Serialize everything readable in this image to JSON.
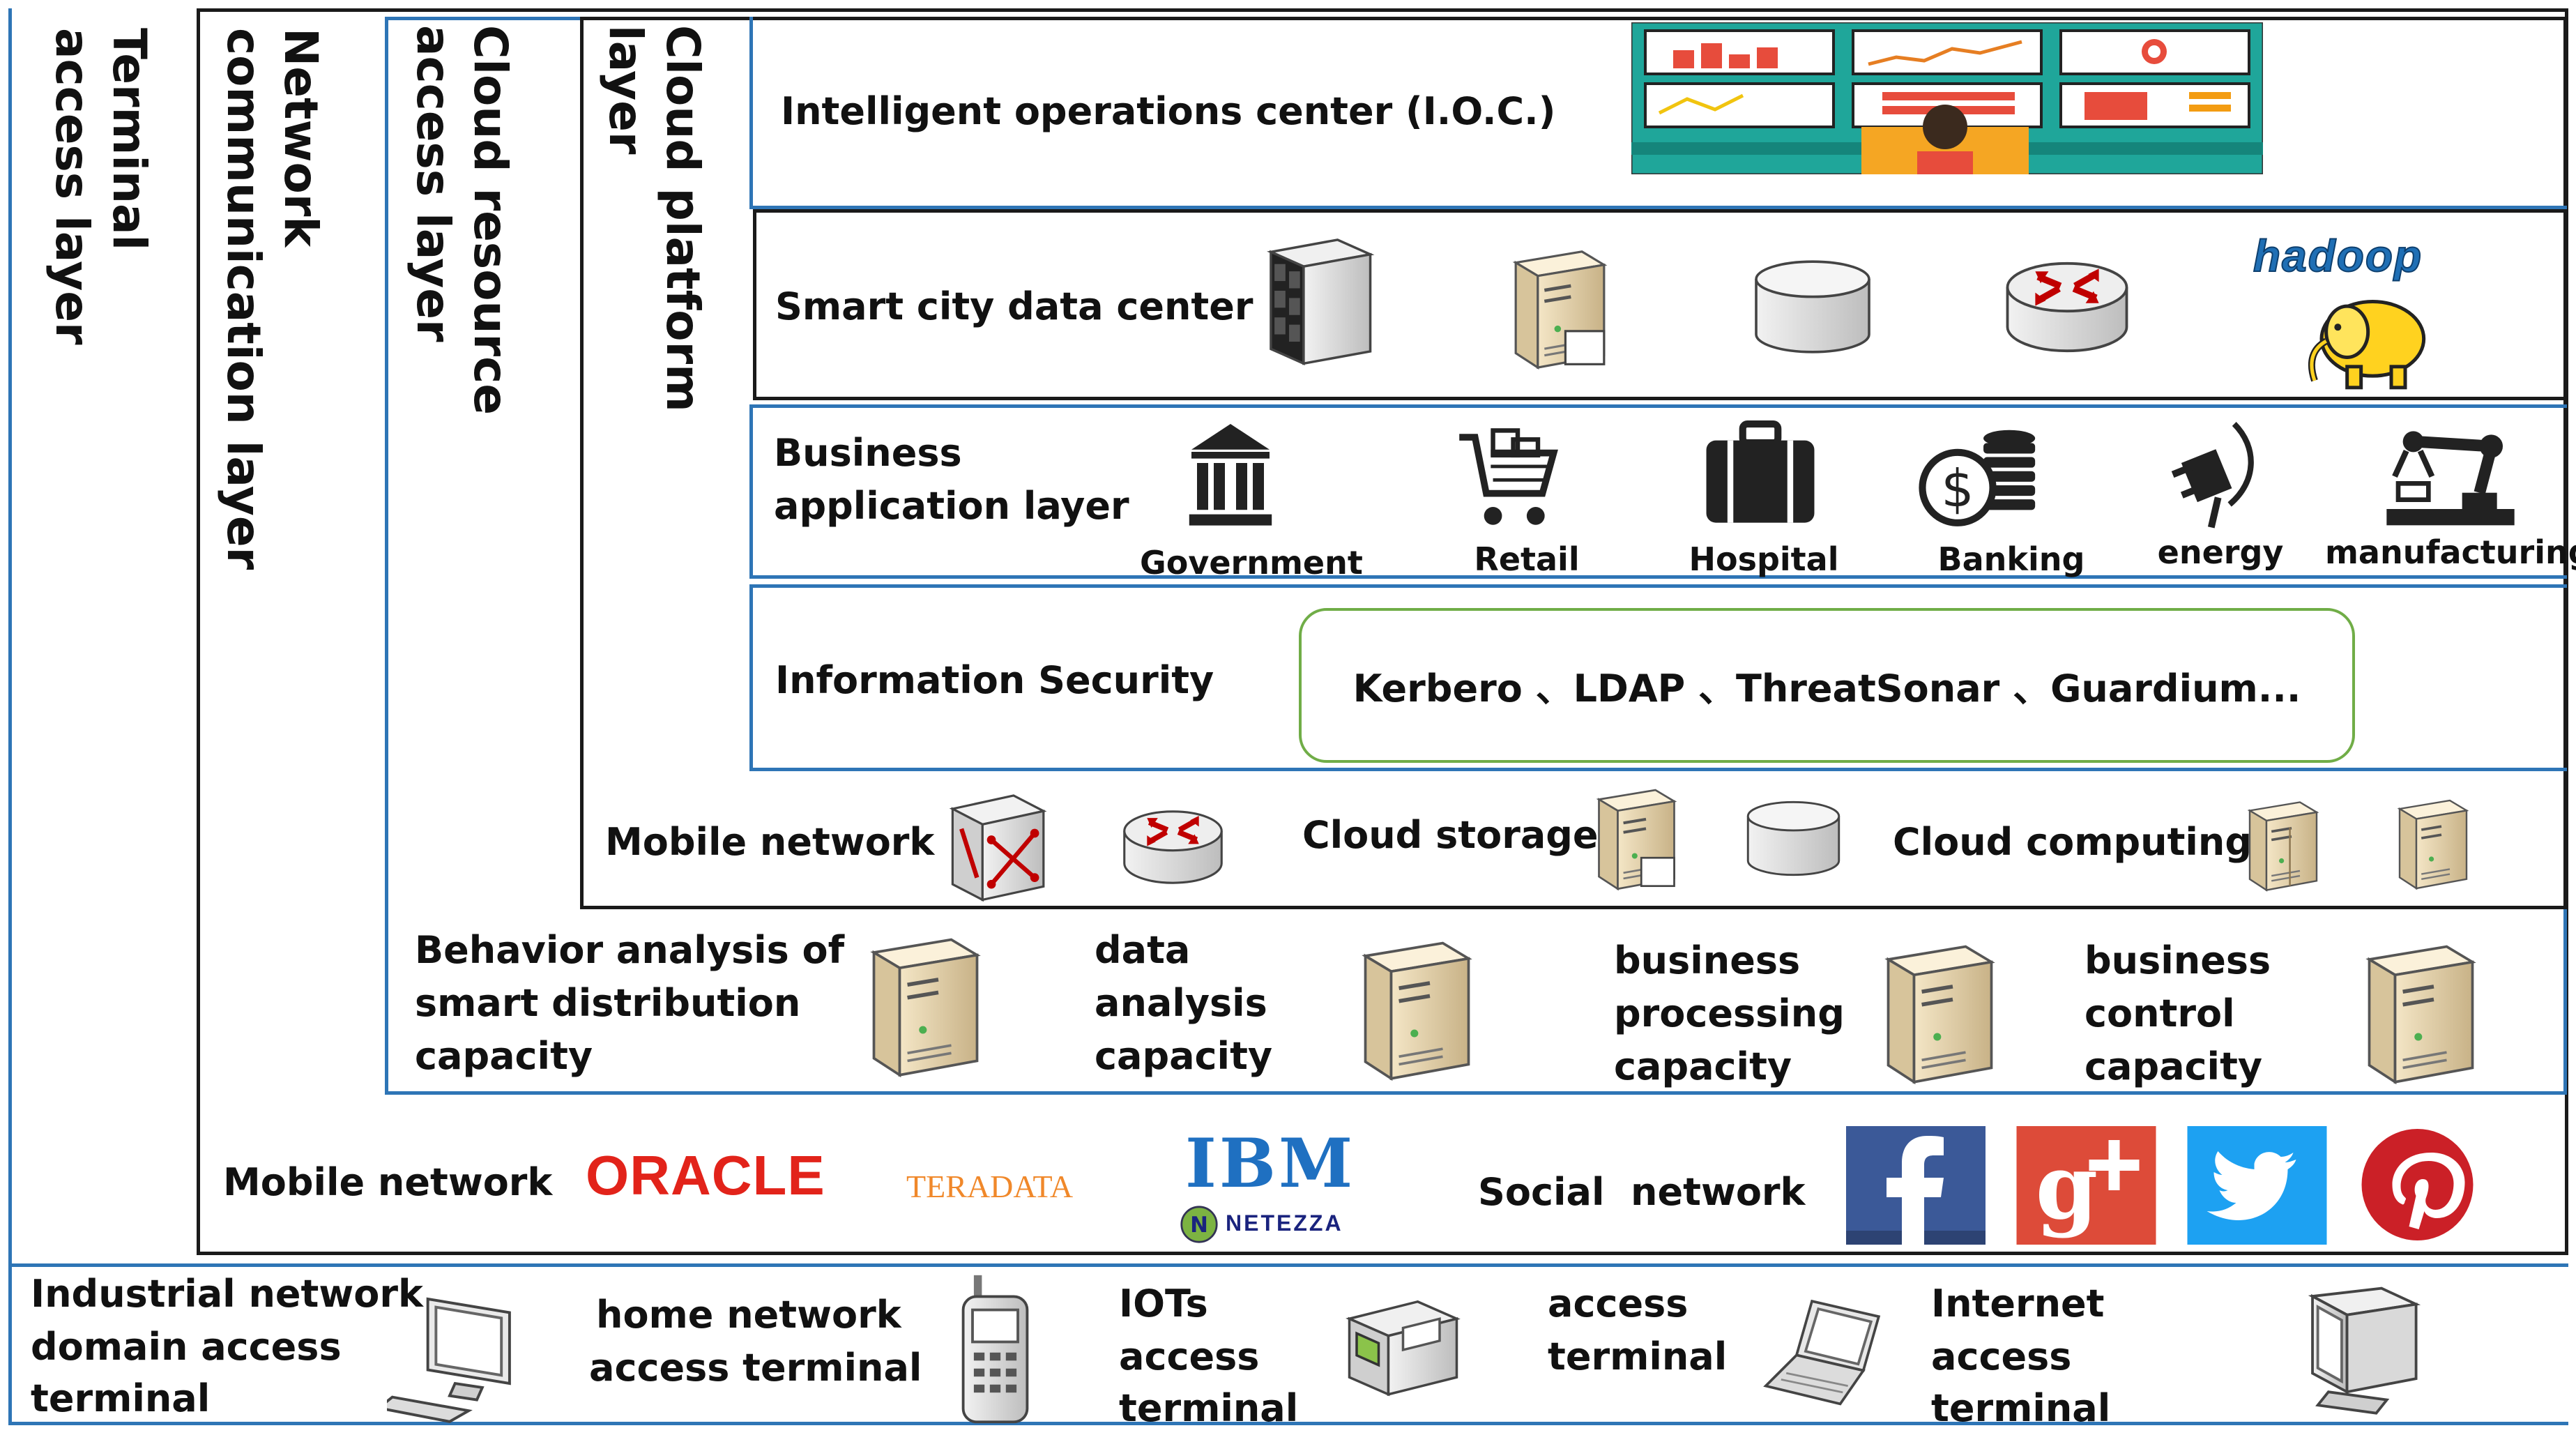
{
  "layers": {
    "terminal": [
      "Terminal",
      "access layer"
    ],
    "network": [
      "Network",
      "communication layer"
    ],
    "cloud_resource": [
      "Cloud resource",
      "access layer"
    ],
    "cloud_platform": [
      "Cloud platform",
      "layer"
    ]
  },
  "ioc": {
    "label": "Intelligent operations center (I.O.C.)"
  },
  "datacenter": {
    "label": "Smart city data center",
    "hadoop_logo": "hadoop"
  },
  "business": {
    "label_line1": "Business",
    "label_line2": "application layer",
    "items": [
      "Government",
      "Retail",
      "Hospital",
      "Banking",
      "energy",
      "manufacturing"
    ]
  },
  "security": {
    "label": "Information Security",
    "tools": "Kerbero 、LDAP 、ThreatSonar 、Guardium..."
  },
  "platform_row": {
    "mobile": "Mobile network",
    "storage": "Cloud storage",
    "computing": "Cloud computing"
  },
  "capacity": {
    "c1": [
      "Behavior analysis of",
      "smart distribution",
      "capacity"
    ],
    "c2": [
      "data",
      "analysis",
      "capacity"
    ],
    "c3": [
      "business",
      "processing",
      "capacity"
    ],
    "c4": [
      "business",
      "control",
      "capacity"
    ]
  },
  "network_row": {
    "mobile": "Mobile network",
    "social": "Social  network",
    "oracle": "ORACLE",
    "teradata": "TERADATA",
    "ibm": "IBM",
    "netezza": "NETEZZA"
  },
  "terminal_row": {
    "t1": [
      "Industrial network",
      "domain access",
      "terminal"
    ],
    "t2": [
      "home network",
      "access terminal"
    ],
    "t3": [
      "IOTs",
      "access",
      "terminal"
    ],
    "t4": [
      "access",
      "terminal"
    ],
    "t5": [
      "Internet",
      "access",
      "terminal"
    ]
  },
  "icons": [
    "monitor-wall-icon",
    "server-rack-icon",
    "server-icon",
    "database-icon",
    "router-icon",
    "elephant-icon",
    "bank-icon",
    "cart-icon",
    "briefcase-icon",
    "coins-icon",
    "plug-icon",
    "robot-arm-icon",
    "switch-icon",
    "facebook-icon",
    "google-plus-icon",
    "twitter-icon",
    "pinterest-icon",
    "desktop-icon",
    "phone-icon",
    "terminal-device-icon",
    "laptop-icon",
    "crt-monitor-icon"
  ],
  "colors": {
    "frame_blue": "#2e75b6",
    "oracle_red": "#e2231a",
    "ibm_blue": "#1f70c1",
    "facebook": "#3b5998",
    "gplus": "#dd4b39",
    "twitter": "#1da1f2",
    "pinterest": "#cb2027",
    "security_green": "#70ad47"
  }
}
